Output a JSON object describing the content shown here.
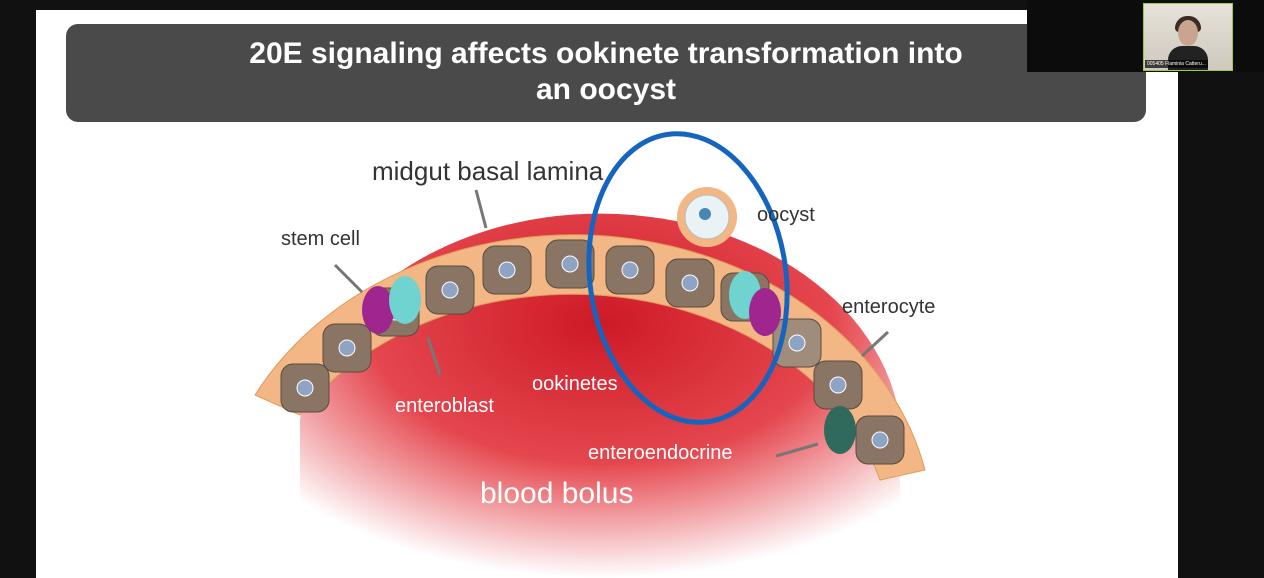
{
  "slide": {
    "title_line1": "20E signaling affects ookinete transformation into",
    "title_line2": "an oocyst",
    "labels": {
      "basal_lamina": "midgut basal lamina",
      "stem_cell": "stem cell",
      "oocyst": "oocyst",
      "enterocyte": "enterocyte",
      "enteroblast": "enteroblast",
      "ookinetes": "ookinetes",
      "enteroendocrine": "enteroendocrine",
      "blood_bolus": "blood bolus"
    },
    "colors": {
      "highlight_ellipse": "#1565c0",
      "title_bg": "#4b4a4a",
      "bolus": "#d0121b",
      "lamina": "#f2b784"
    }
  },
  "video": {
    "participant_name": "005405 Flaminia Catteru..."
  }
}
